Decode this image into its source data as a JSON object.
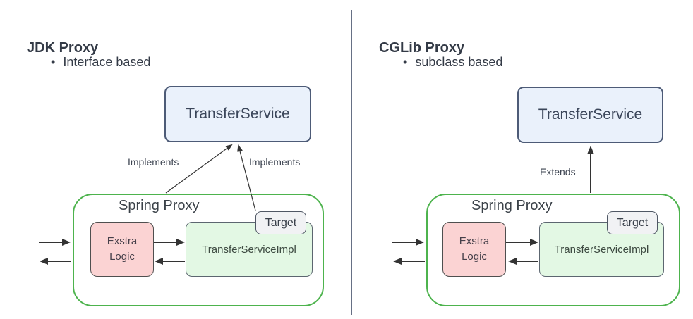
{
  "colors": {
    "edge": "#333333",
    "green-border": "#4db34d",
    "interface-fill": "#eaf1fb",
    "interface-border": "#4d5b77",
    "extra-fill": "#fbd3d3",
    "extra-border": "#4f4f4f",
    "impl-fill": "#e3f8e4",
    "impl-border": "#5c6670",
    "target-fill": "#f1f2f4",
    "target-border": "#4f5764",
    "divider": "#667085",
    "text": "#333a46"
  },
  "panels": [
    {
      "title": "JDK Proxy",
      "bullet_glyph": "•",
      "bullet_text": "Interface based",
      "interface_label": "TransferService",
      "edge_labels": [
        "Implements",
        "Implements"
      ],
      "proxy": {
        "label": "Spring Proxy",
        "extra_logic": "Exstra Logic",
        "impl": "TransferServiceImpl",
        "target": "Target"
      }
    },
    {
      "title": "CGLib Proxy",
      "bullet_glyph": "•",
      "bullet_text": "subclass based",
      "interface_label": "TransferService",
      "edge_labels": [
        "Extends"
      ],
      "proxy": {
        "label": "Spring Proxy",
        "extra_logic": "Exstra Logic",
        "impl": "TransferServiceImpl",
        "target": "Target"
      }
    }
  ]
}
